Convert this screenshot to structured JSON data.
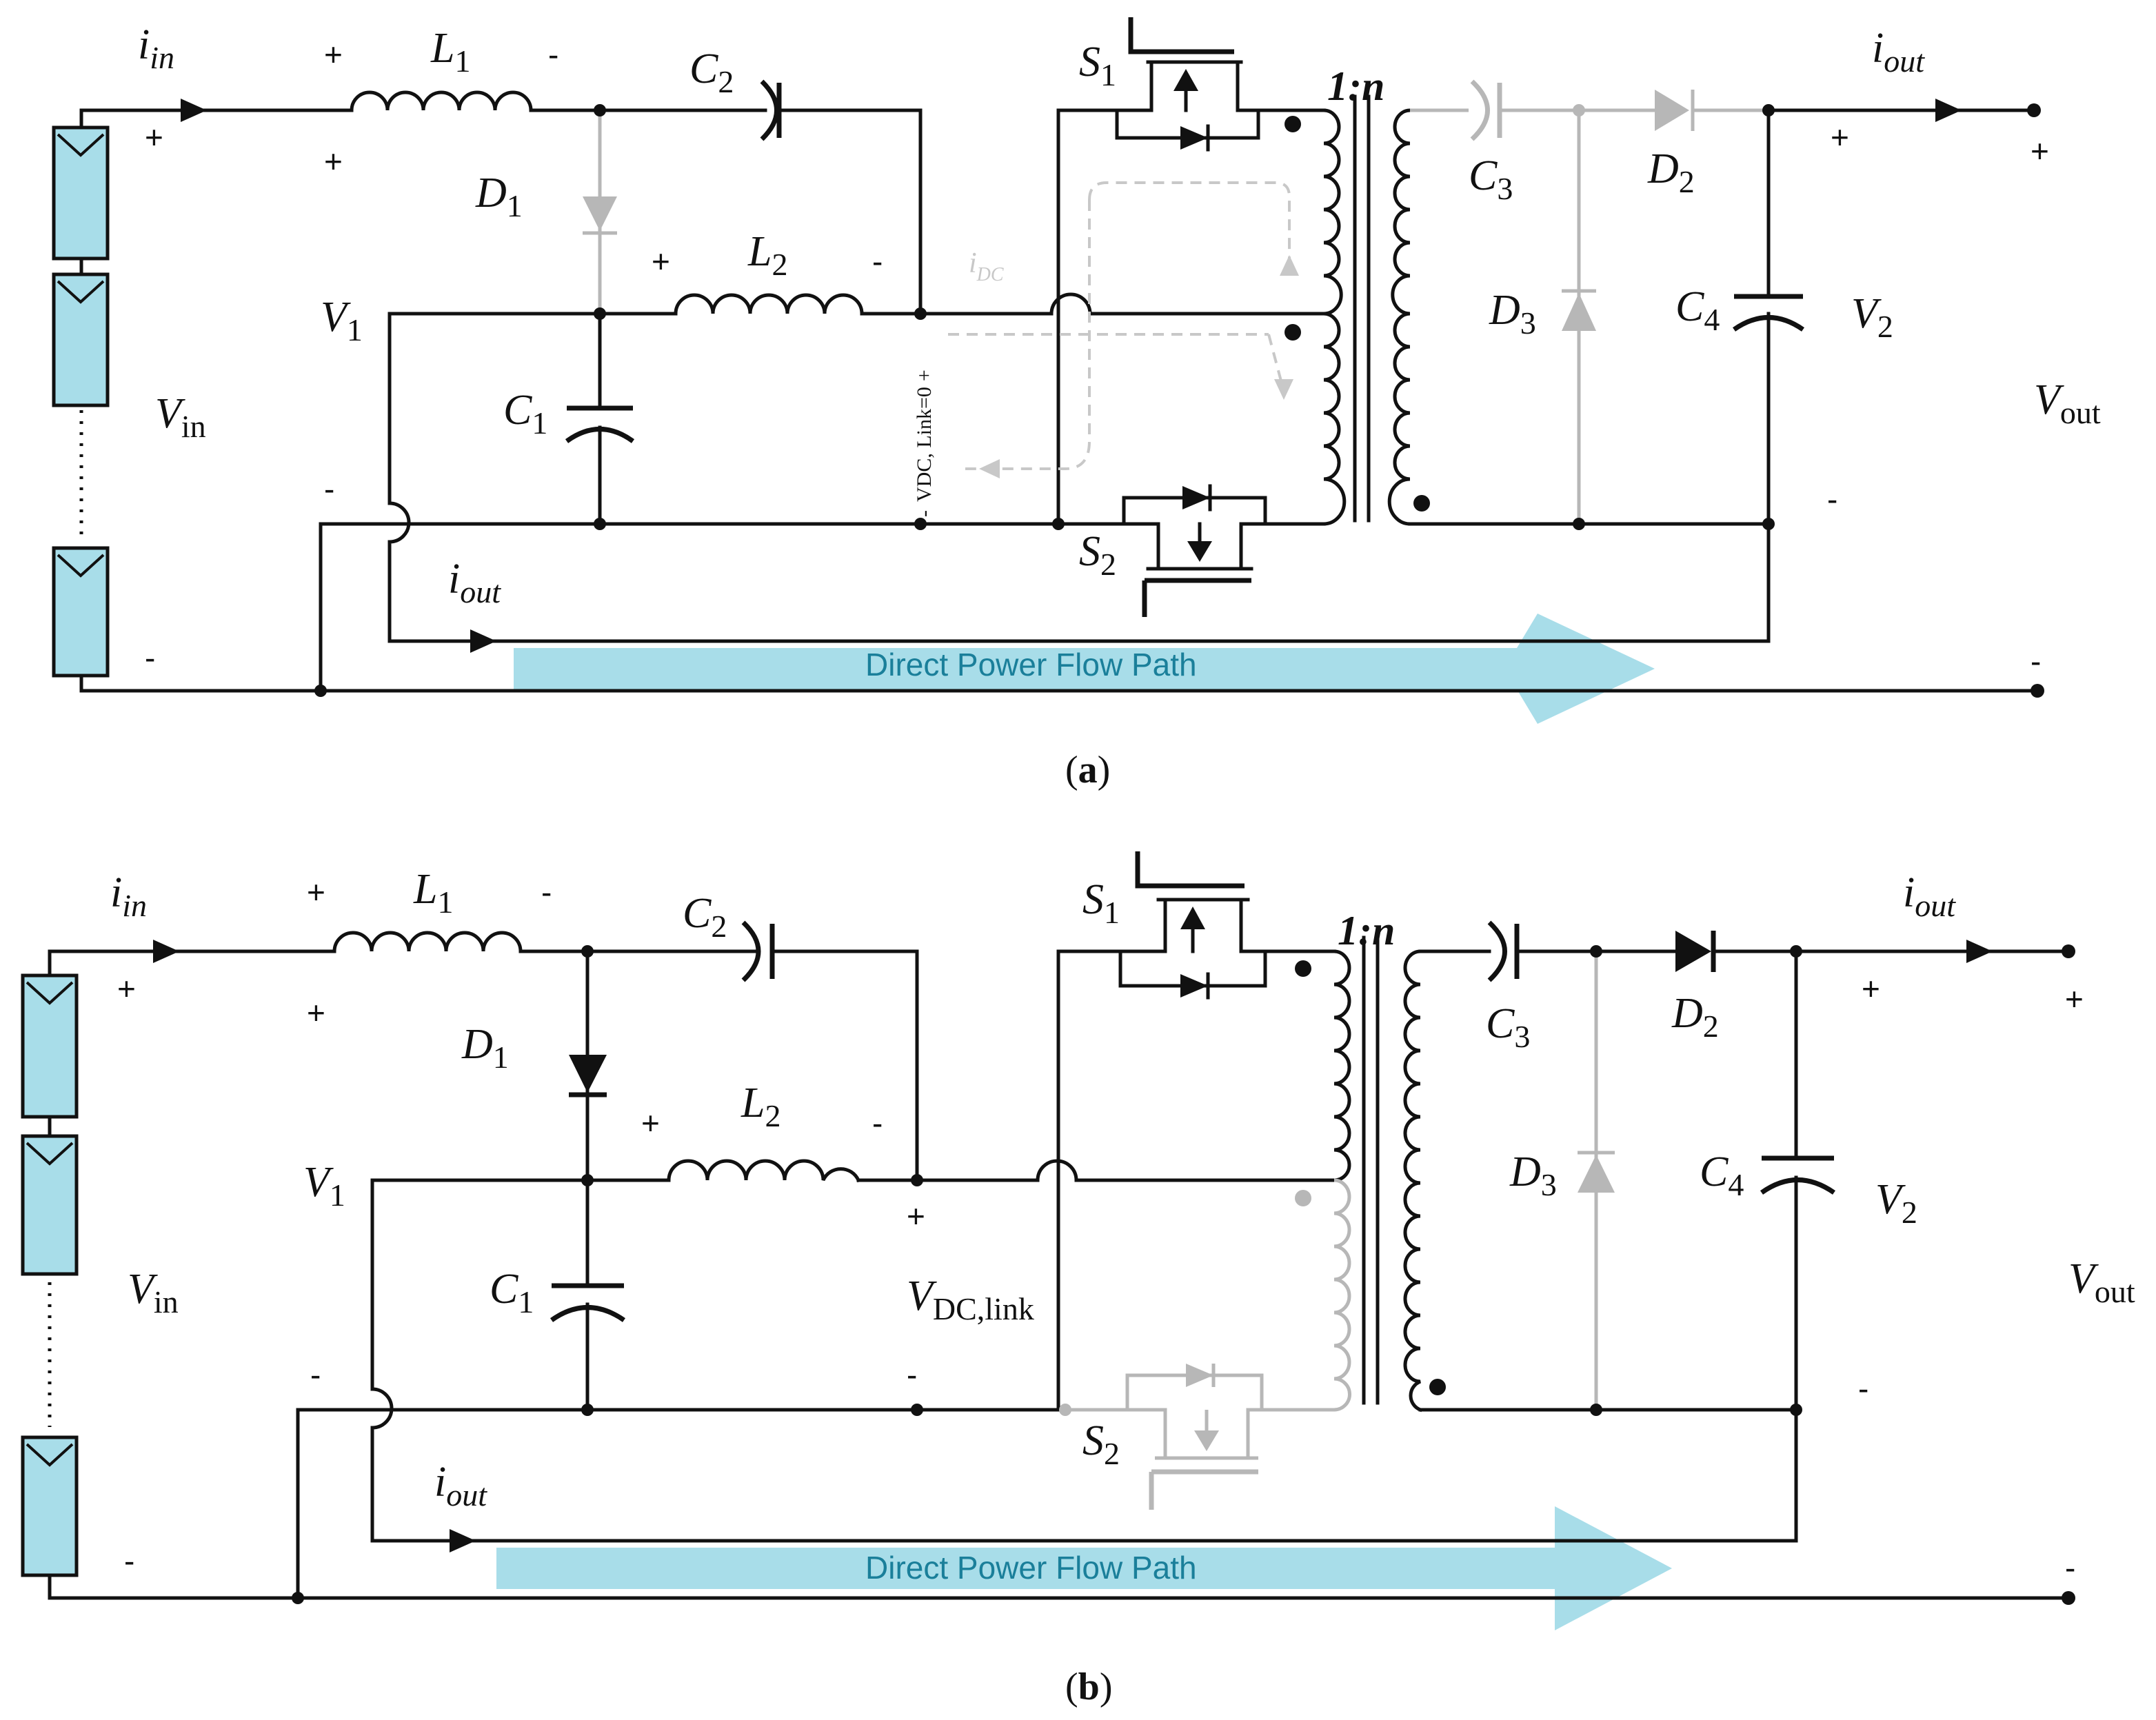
{
  "colors": {
    "wire": "#111111",
    "inactive": "#b7b7b7",
    "pv_fill": "#a8dde9",
    "flow_arrow": "#a8dde9",
    "flow_text": "#1a7f9a",
    "dashed_current": "#c8c8c8"
  },
  "icons": [
    "pv-module-icon",
    "inductor-icon",
    "capacitor-icon",
    "diode-icon",
    "mosfet-icon",
    "transformer-icon",
    "current-arrow-icon",
    "flow-arrow-icon"
  ],
  "panel_a": {
    "caption_open": "(",
    "caption_letter": "a",
    "caption_close": ")",
    "i_in": "i",
    "i_in_sub": "in",
    "L1": "L",
    "L1_sub": "1",
    "C2": "C",
    "C2_sub": "2",
    "S1": "S",
    "S1_sub": "1",
    "ratio": "1:n",
    "C3": "C",
    "C3_sub": "3",
    "D2": "D",
    "D2_sub": "2",
    "i_out_top": "i",
    "i_out_top_sub": "out",
    "D1": "D",
    "D1_sub": "1",
    "L2": "L",
    "L2_sub": "2",
    "i_dc": "i",
    "i_dc_sub": "DC",
    "V1": "V",
    "V1_sub": "1",
    "C1": "C",
    "C1_sub": "1",
    "vdc_link_rot": "VDC, Link=0",
    "D3": "D",
    "D3_sub": "3",
    "C4": "C",
    "C4_sub": "4",
    "V2": "V",
    "V2_sub": "2",
    "Vin": "V",
    "Vin_sub": "in",
    "Vout": "V",
    "Vout_sub": "out",
    "S2": "S",
    "S2_sub": "2",
    "i_out_bot": "i",
    "i_out_bot_sub": "out",
    "flow_label": "Direct Power Flow Path",
    "plus": "+",
    "minus": "-"
  },
  "panel_b": {
    "caption_open": "(",
    "caption_letter": "b",
    "caption_close": ")",
    "i_in": "i",
    "i_in_sub": "in",
    "L1": "L",
    "L1_sub": "1",
    "C2": "C",
    "C2_sub": "2",
    "S1": "S",
    "S1_sub": "1",
    "ratio": "1:n",
    "C3": "C",
    "C3_sub": "3",
    "D2": "D",
    "D2_sub": "2",
    "i_out_top": "i",
    "i_out_top_sub": "out",
    "D1": "D",
    "D1_sub": "1",
    "L2": "L",
    "L2_sub": "2",
    "V1": "V",
    "V1_sub": "1",
    "C1": "C",
    "C1_sub": "1",
    "Vdc": "V",
    "Vdc_sub": "DC,link",
    "D3": "D",
    "D3_sub": "3",
    "C4": "C",
    "C4_sub": "4",
    "V2": "V",
    "V2_sub": "2",
    "Vin": "V",
    "Vin_sub": "in",
    "Vout": "V",
    "Vout_sub": "out",
    "S2": "S",
    "S2_sub": "2",
    "i_out_bot": "i",
    "i_out_bot_sub": "out",
    "flow_label": "Direct Power Flow Path",
    "plus": "+",
    "minus": "-"
  }
}
